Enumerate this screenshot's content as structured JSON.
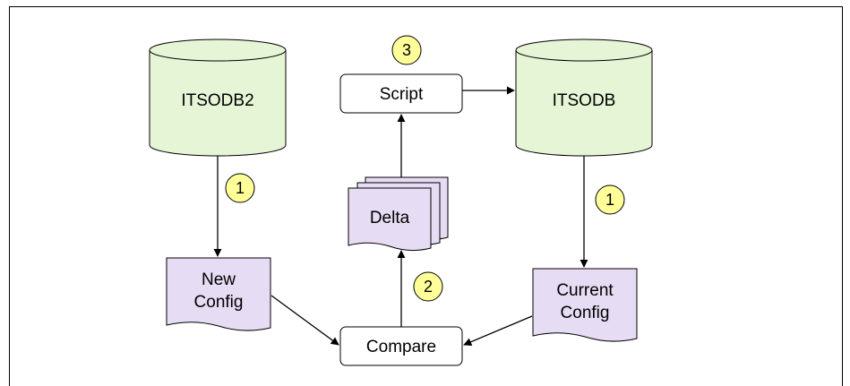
{
  "databases": {
    "source": "ITSODB2",
    "target": "ITSODB"
  },
  "documents": {
    "new_config": [
      "New",
      "Config"
    ],
    "current_config": [
      "Current",
      "Config"
    ],
    "delta": "Delta"
  },
  "process": {
    "script": "Script",
    "compare": "Compare"
  },
  "steps": {
    "extract_source": "1",
    "extract_target": "1",
    "compare": "2",
    "script": "3"
  },
  "colors": {
    "database_fill": "#e6f5d6",
    "document_fill": "#e6dcf3",
    "step_fill": "#ffff99",
    "line": "#000000"
  }
}
